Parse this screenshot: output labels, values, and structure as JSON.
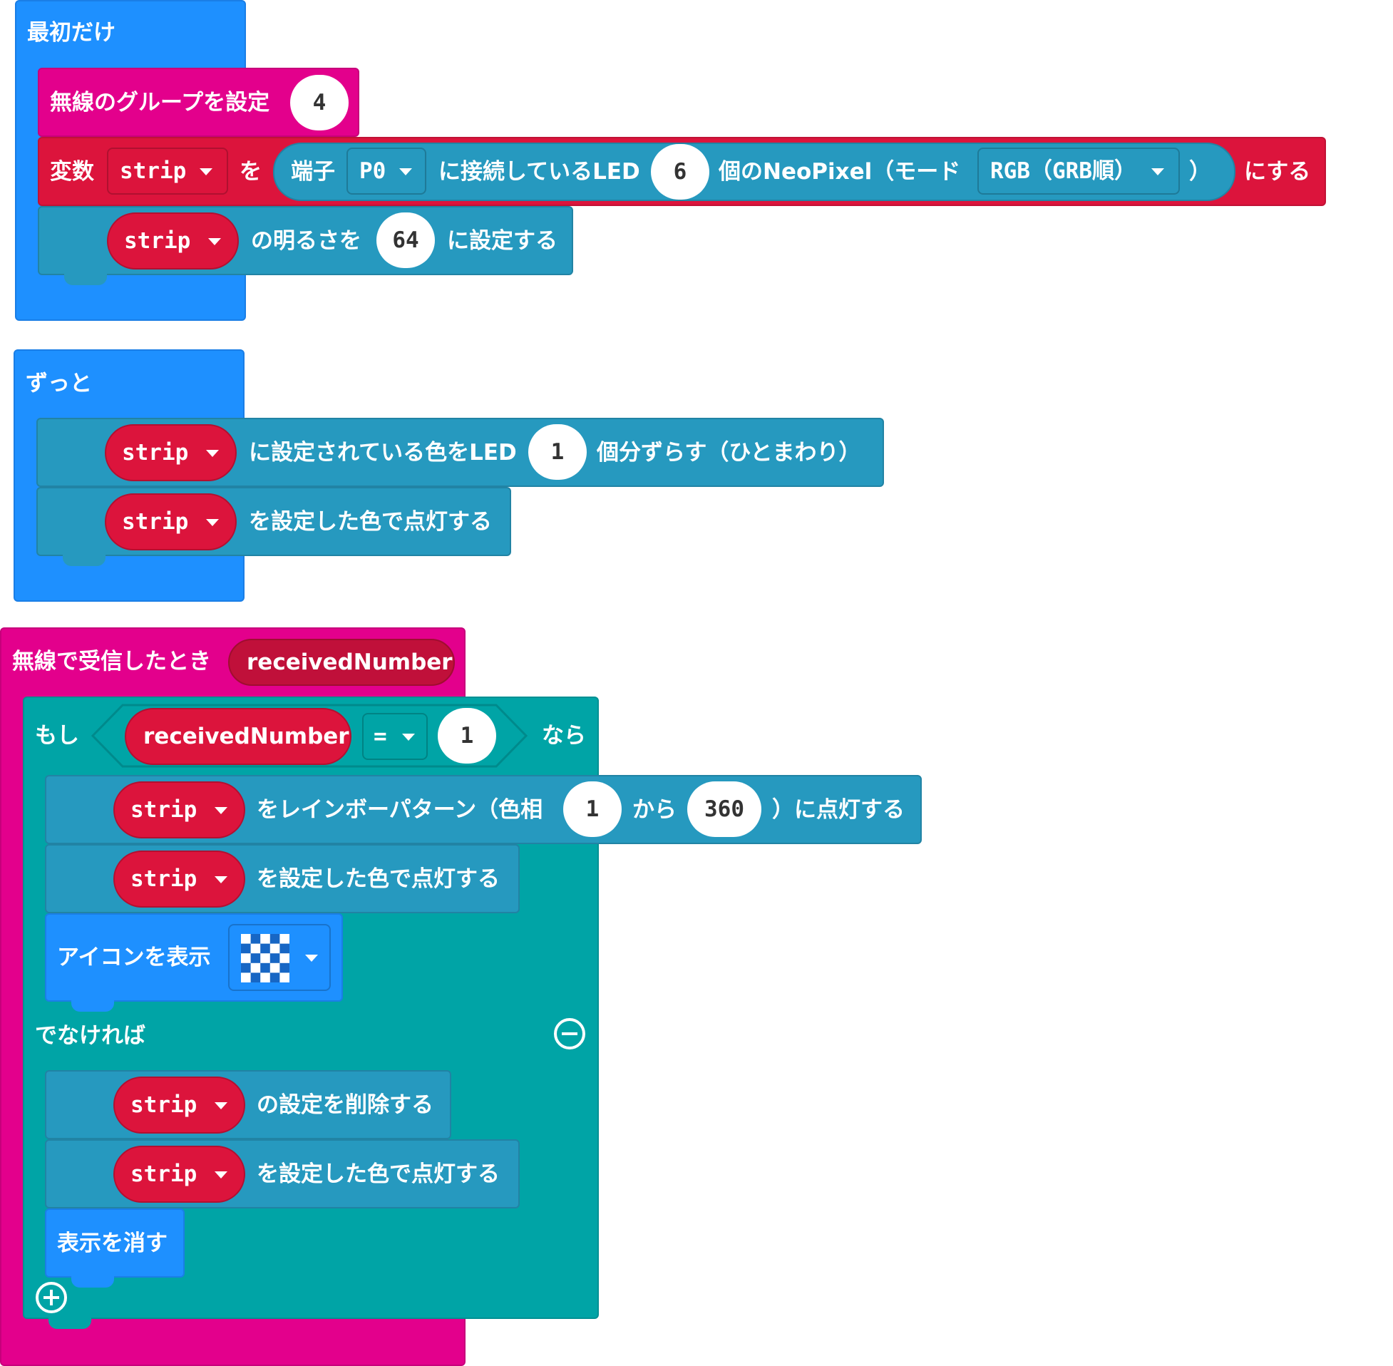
{
  "colors": {
    "basic": "#1E90FF",
    "radio": "#E3008C",
    "variables": "#DC143C",
    "neopixel": "#2699BF",
    "logic": "#00A4A6"
  },
  "on_start": {
    "label": "最初だけ",
    "radio_group": {
      "label": "無線のグループを設定",
      "value": "4"
    },
    "set_var": {
      "label_var": "変数",
      "var_name": "strip",
      "label_to": "を",
      "create": {
        "pin_label": "端子",
        "pin_value": "P0",
        "connected_label": "に接続しているLED",
        "count": "6",
        "neopixel_label": "個のNeoPixel（モード",
        "mode": "RGB（GRB順）",
        "close": "）"
      },
      "suffix": "にする"
    },
    "brightness": {
      "var": "strip",
      "label": "の明るさを",
      "value": "64",
      "suffix": "に設定する"
    }
  },
  "forever": {
    "label": "ずっと",
    "rotate": {
      "var": "strip",
      "label": "に設定されている色をLED",
      "value": "1",
      "suffix": "個分ずらす（ひとまわり）"
    },
    "show": {
      "var": "strip",
      "label": "を設定した色で点灯する"
    }
  },
  "on_received": {
    "label": "無線で受信したとき",
    "param": "receivedNumber",
    "if": {
      "label": "もし",
      "cond_var": "receivedNumber",
      "operator": "=",
      "compare_value": "1",
      "then_label": "なら",
      "then": {
        "rainbow": {
          "var": "strip",
          "label": "をレインボーパターン（色相",
          "from": "1",
          "from_label": "から",
          "to": "360",
          "suffix": "）に点灯する"
        },
        "show": {
          "var": "strip",
          "label": "を設定した色で点灯する"
        },
        "icon": {
          "label": "アイコンを表示",
          "icon_name": "chessboard-icon"
        }
      },
      "else_label": "でなければ",
      "else": {
        "clear": {
          "var": "strip",
          "label": "の設定を削除する"
        },
        "show": {
          "var": "strip",
          "label": "を設定した色で点灯する"
        },
        "clear_screen": {
          "label": "表示を消す"
        }
      }
    }
  }
}
